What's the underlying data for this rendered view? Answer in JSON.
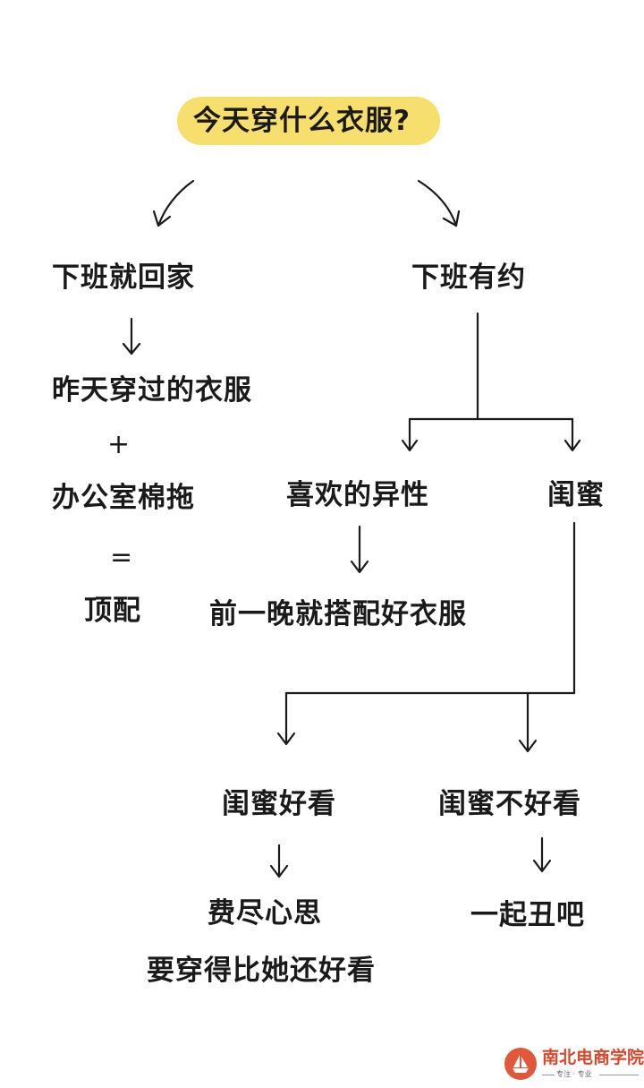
{
  "title": "今天穿什么衣服?",
  "left_branch": {
    "label": "下班就回家",
    "step1": "昨天穿过的衣服",
    "plus": "+",
    "step2": "办公室棉拖",
    "equals": "=",
    "result": "顶配"
  },
  "right_branch": {
    "label": "下班有约",
    "crush": {
      "label": "喜欢的异性",
      "result": "前一晚就搭配好衣服"
    },
    "bestie": {
      "label": "闺蜜",
      "pretty": {
        "label": "闺蜜好看",
        "result_line1": "费尽心思",
        "result_line2": "要穿得比她还好看"
      },
      "not_pretty": {
        "label": "闺蜜不好看",
        "result": "一起丑吧"
      }
    }
  },
  "logo": {
    "name": "南北电商学院",
    "tagline": "专注 · 专业"
  },
  "colors": {
    "title_highlight": "#f7df6e",
    "text": "#1a1a1a",
    "logo_red": "#d9482b"
  }
}
